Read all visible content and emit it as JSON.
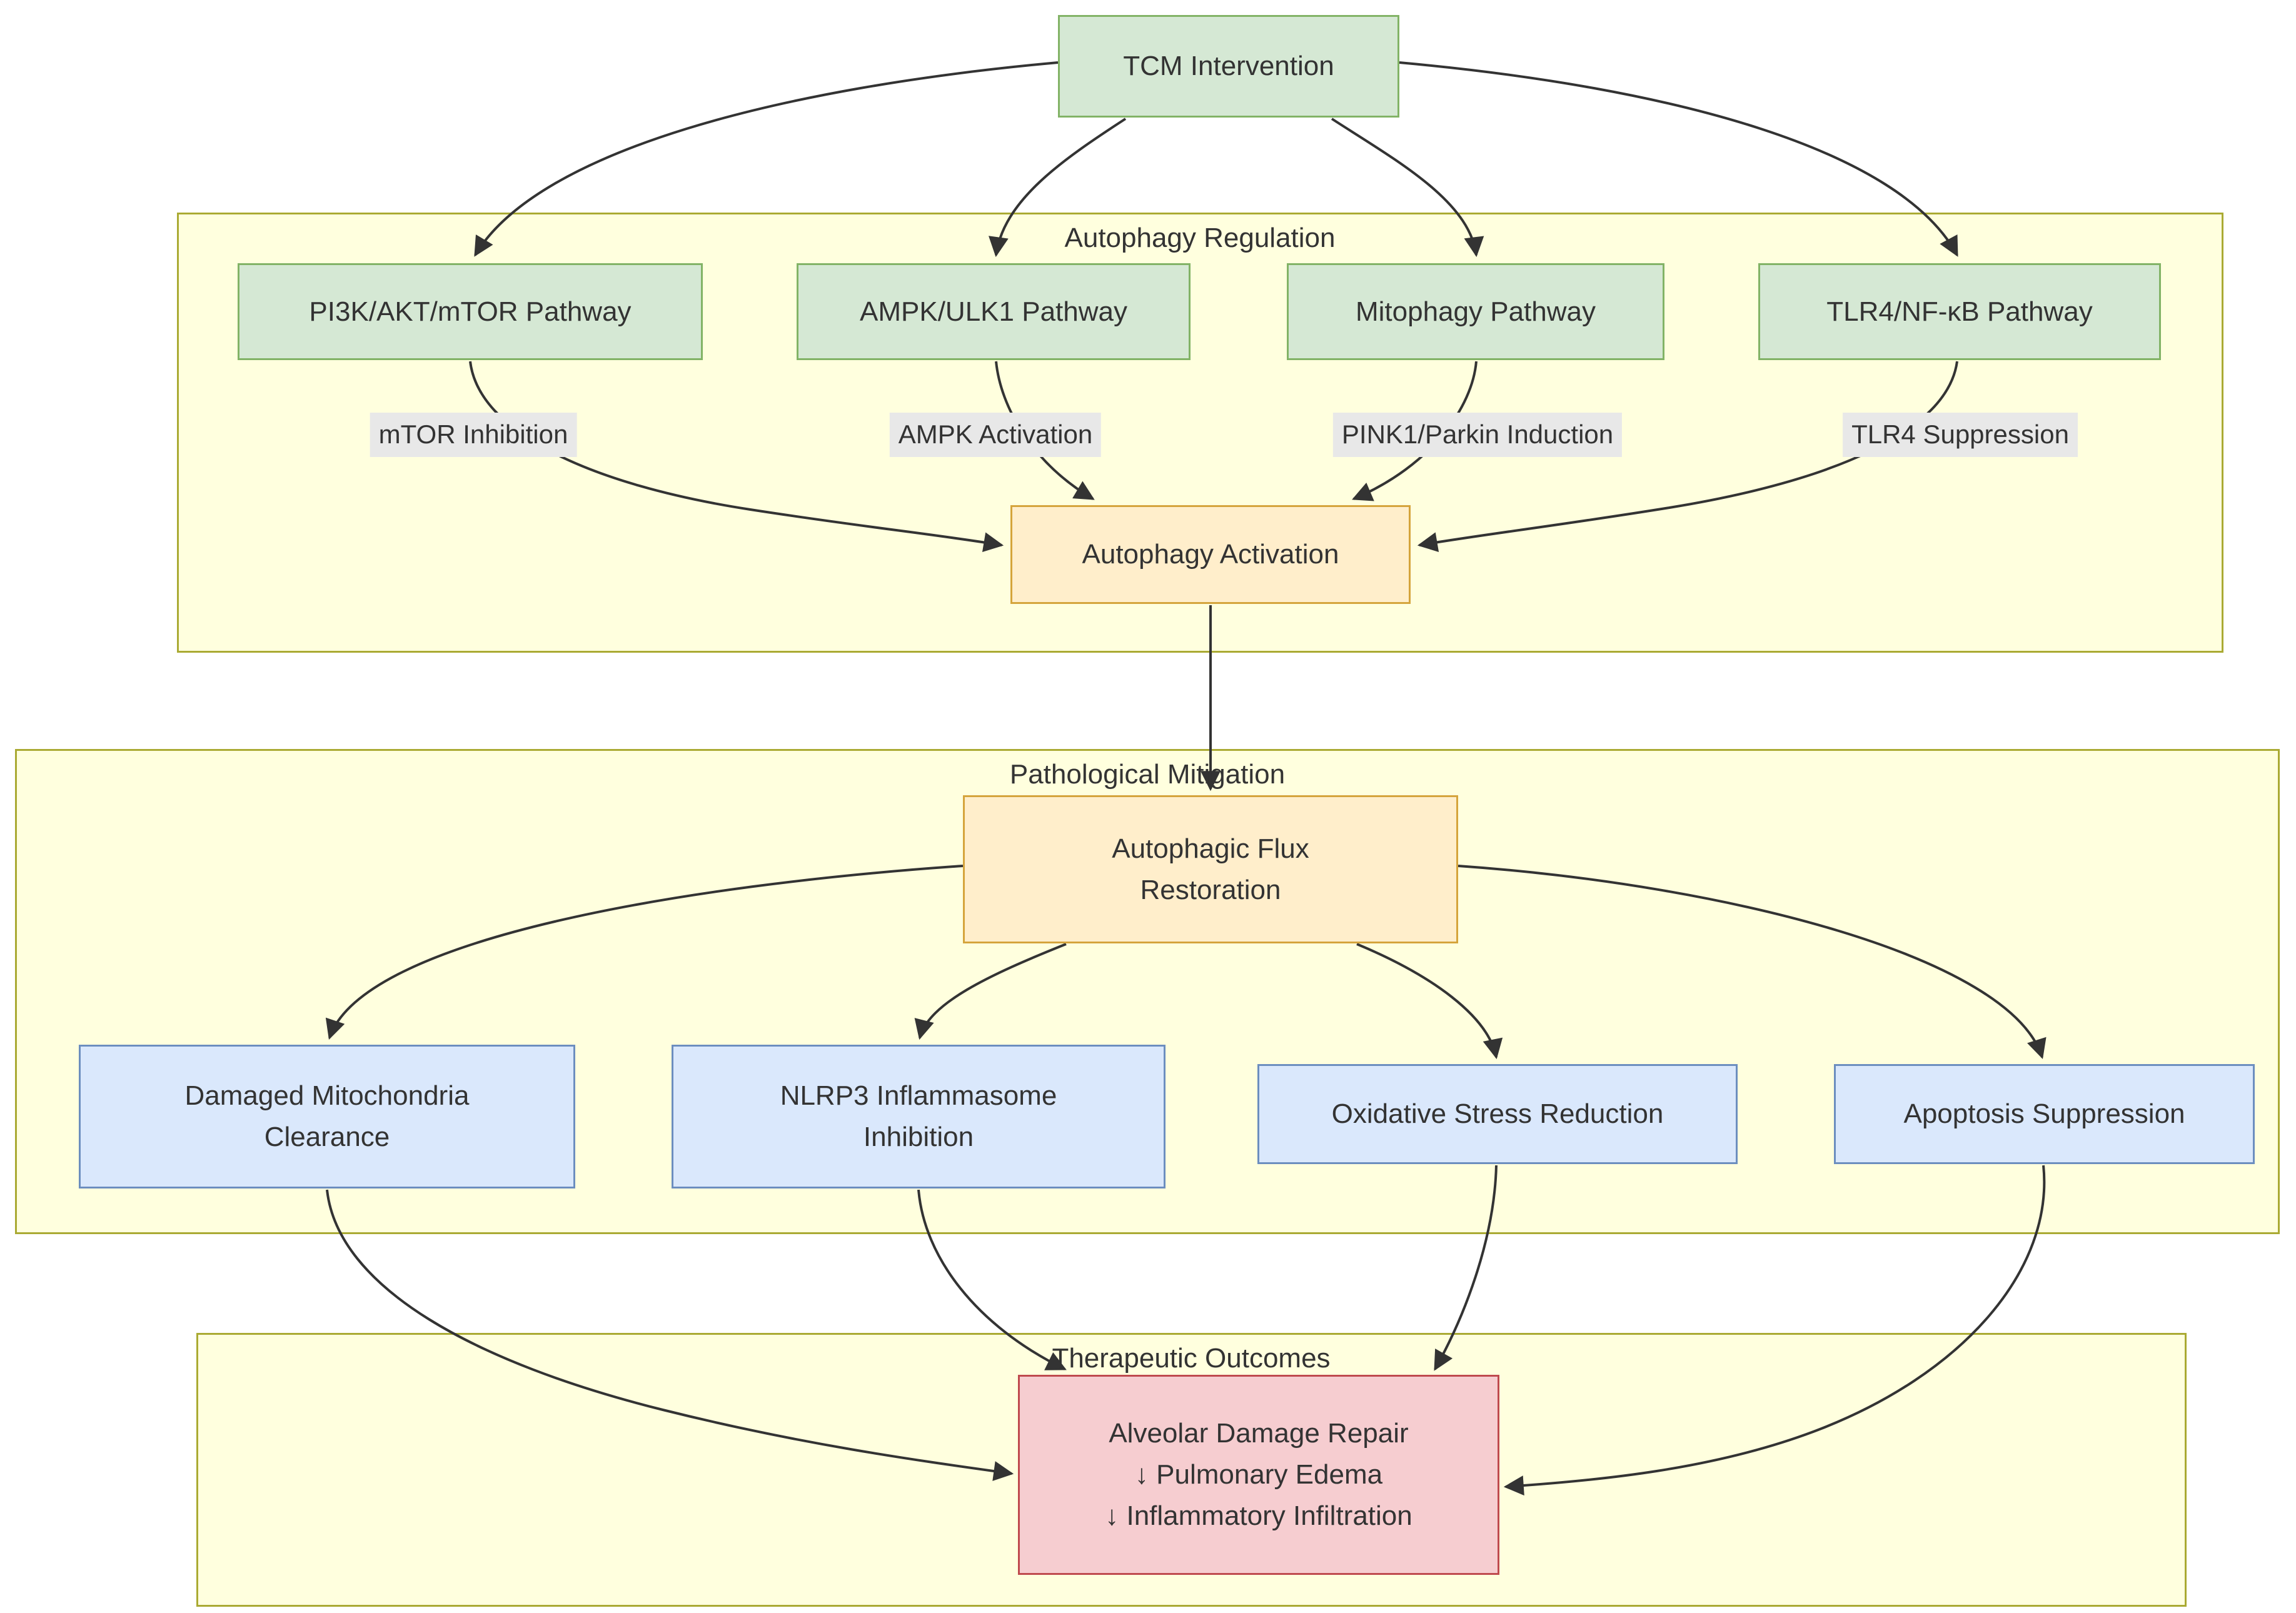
{
  "diagram": {
    "nodes": {
      "tcm": "TCM Intervention",
      "pi3k": "PI3K/AKT/mTOR Pathway",
      "ampk": "AMPK/ULK1 Pathway",
      "mitophagy": "Mitophagy Pathway",
      "tlr4": "TLR4/NF-κB Pathway",
      "autophagy_activation": "Autophagy Activation",
      "flux_restoration": {
        "lines": [
          "Autophagic Flux",
          "Restoration"
        ]
      },
      "mito_clearance": {
        "lines": [
          "Damaged Mitochondria",
          "Clearance"
        ]
      },
      "nlrp3": {
        "lines": [
          "NLRP3 Inflammasome",
          "Inhibition"
        ]
      },
      "oxidative": "Oxidative Stress Reduction",
      "apoptosis": "Apoptosis Suppression",
      "outcome": {
        "lines": [
          "Alveolar Damage Repair",
          "↓ Pulmonary Edema",
          "↓ Inflammatory Infiltration"
        ]
      }
    },
    "clusters": {
      "regulation": "Autophagy Regulation",
      "mitigation": "Pathological Mitigation",
      "outcomes": "Therapeutic Outcomes"
    },
    "edge_labels": {
      "mtor": "mTOR Inhibition",
      "ampk": "AMPK Activation",
      "pink1": "PINK1/Parkin Induction",
      "tlr4": "TLR4 Suppression"
    },
    "colors": {
      "pathway_fill": "#d5e8d4",
      "pathway_border": "#82b366",
      "process_fill": "#ffeecb",
      "process_border": "#d5a43c",
      "effect_fill": "#dae8fc",
      "effect_border": "#6c8ebf",
      "outcome_fill": "#f6cdd0",
      "outcome_border": "#bf4a4e",
      "cluster_fill": "#ffffde",
      "cluster_border": "#aaaa33",
      "edge_label_bg": "#e8e8e8",
      "edge_color": "#333333"
    }
  }
}
